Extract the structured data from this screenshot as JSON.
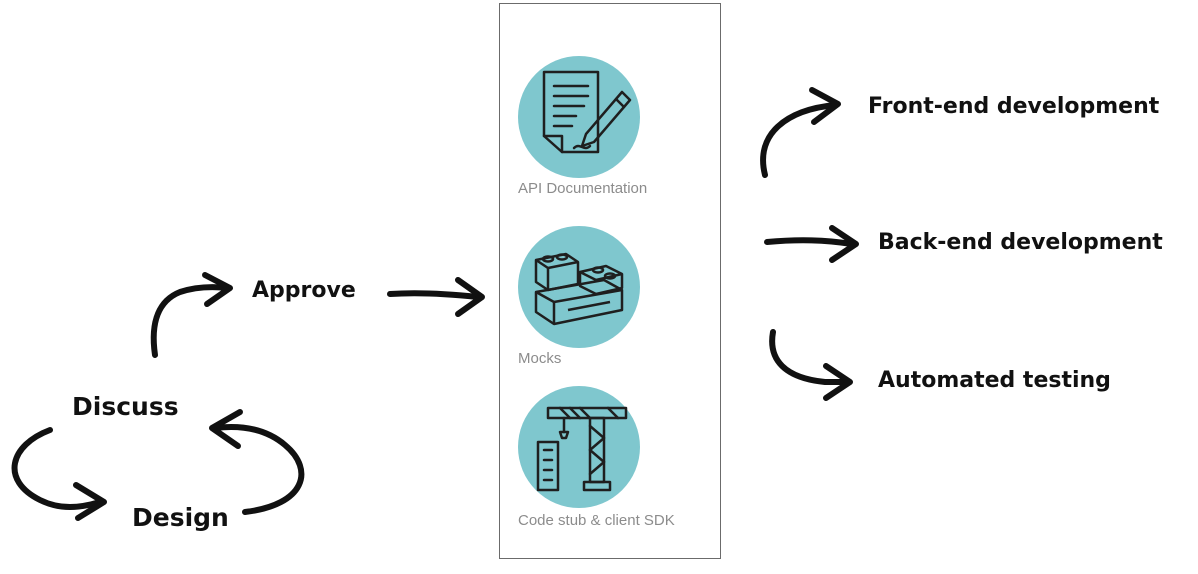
{
  "colors": {
    "circle_fill": "#7fc7ce",
    "icon_stroke": "#1f1f1f",
    "arrow": "#111111",
    "label_gray": "#8c8c8c"
  },
  "cycle": {
    "discuss": "Discuss",
    "design": "Design",
    "approve": "Approve"
  },
  "assets": [
    {
      "label": "API Documentation",
      "icon": "document-pen-icon"
    },
    {
      "label": "Mocks",
      "icon": "building-blocks-icon"
    },
    {
      "label": "Code stub & client SDK",
      "icon": "construction-crane-icon"
    }
  ],
  "outcomes": [
    {
      "label": "Front-end development"
    },
    {
      "label": "Back-end development"
    },
    {
      "label": "Automated testing"
    }
  ]
}
